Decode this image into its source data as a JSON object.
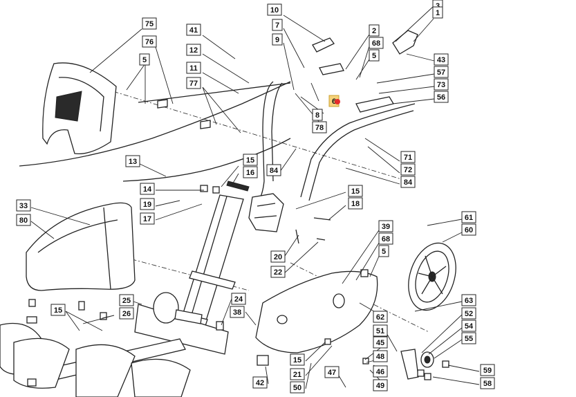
{
  "diagram": {
    "callouts": [
      {
        "id": "c75",
        "text": "75"
      },
      {
        "id": "c76",
        "text": "76"
      },
      {
        "id": "c5a",
        "text": "5"
      },
      {
        "id": "c41",
        "text": "41"
      },
      {
        "id": "c12",
        "text": "12"
      },
      {
        "id": "c11",
        "text": "11"
      },
      {
        "id": "c77",
        "text": "77"
      },
      {
        "id": "c10",
        "text": "10"
      },
      {
        "id": "c7",
        "text": "7"
      },
      {
        "id": "c9",
        "text": "9"
      },
      {
        "id": "c2",
        "text": "2"
      },
      {
        "id": "c68a",
        "text": "68"
      },
      {
        "id": "c5b",
        "text": "5"
      },
      {
        "id": "c6",
        "text": "6"
      },
      {
        "id": "c8",
        "text": "8"
      },
      {
        "id": "c78",
        "text": "78"
      },
      {
        "id": "c3",
        "text": "3"
      },
      {
        "id": "c1",
        "text": "1"
      },
      {
        "id": "c43",
        "text": "43"
      },
      {
        "id": "c57",
        "text": "57"
      },
      {
        "id": "c73",
        "text": "73"
      },
      {
        "id": "c56",
        "text": "56"
      },
      {
        "id": "c71",
        "text": "71"
      },
      {
        "id": "c72",
        "text": "72"
      },
      {
        "id": "c84a",
        "text": "84"
      },
      {
        "id": "c84b",
        "text": "84"
      },
      {
        "id": "c13",
        "text": "13"
      },
      {
        "id": "c15a",
        "text": "15"
      },
      {
        "id": "c16",
        "text": "16"
      },
      {
        "id": "c14",
        "text": "14"
      },
      {
        "id": "c19",
        "text": "19"
      },
      {
        "id": "c17",
        "text": "17"
      },
      {
        "id": "c15b",
        "text": "15"
      },
      {
        "id": "c18",
        "text": "18"
      },
      {
        "id": "c33",
        "text": "33"
      },
      {
        "id": "c80",
        "text": "80"
      },
      {
        "id": "c61",
        "text": "61"
      },
      {
        "id": "c60",
        "text": "60"
      },
      {
        "id": "c39",
        "text": "39"
      },
      {
        "id": "c68b",
        "text": "68"
      },
      {
        "id": "c5c",
        "text": "5"
      },
      {
        "id": "c20",
        "text": "20"
      },
      {
        "id": "c22",
        "text": "22"
      },
      {
        "id": "c25",
        "text": "25"
      },
      {
        "id": "c24",
        "text": "24"
      },
      {
        "id": "c38",
        "text": "38"
      },
      {
        "id": "c15c",
        "text": "15"
      },
      {
        "id": "c26",
        "text": "26"
      },
      {
        "id": "c63",
        "text": "63"
      },
      {
        "id": "c62",
        "text": "62"
      },
      {
        "id": "c52",
        "text": "52"
      },
      {
        "id": "c51",
        "text": "51"
      },
      {
        "id": "c54",
        "text": "54"
      },
      {
        "id": "c55",
        "text": "55"
      },
      {
        "id": "c45",
        "text": "45"
      },
      {
        "id": "c48",
        "text": "48"
      },
      {
        "id": "c15d",
        "text": "15"
      },
      {
        "id": "c59",
        "text": "59"
      },
      {
        "id": "c46",
        "text": "46"
      },
      {
        "id": "c21",
        "text": "21"
      },
      {
        "id": "c47",
        "text": "47"
      },
      {
        "id": "c42",
        "text": "42"
      },
      {
        "id": "c50",
        "text": "50"
      },
      {
        "id": "c49",
        "text": "49"
      },
      {
        "id": "c58",
        "text": "58"
      }
    ],
    "highlighted_callout": "c6",
    "colors": {
      "highlight": "#f6d27a",
      "marker": "#e52b2b",
      "ink": "#222222"
    }
  }
}
